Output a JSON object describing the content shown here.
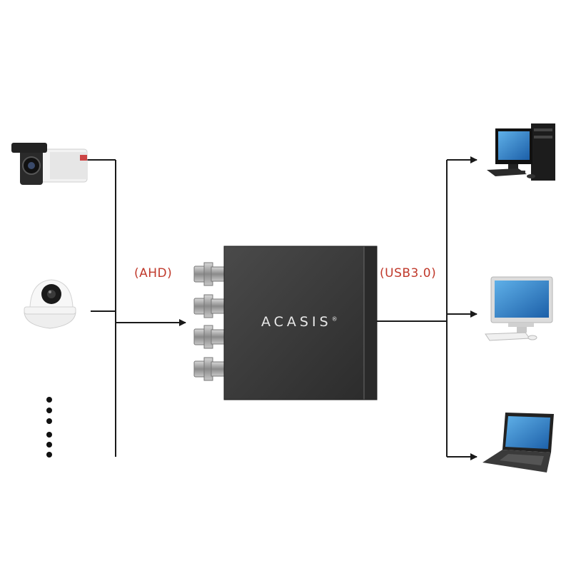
{
  "diagram": {
    "input_label": "(AHD)",
    "output_label": "(USB3.0)",
    "device_brand": "ACASIS",
    "device_brand_mark": "®",
    "colors": {
      "label_red": "#c0392b",
      "line": "#1a1a1a",
      "device_body": "#3a3a3a"
    },
    "inputs": [
      {
        "icon": "bullet-camera-icon"
      },
      {
        "icon": "dome-camera-icon"
      },
      {
        "icon": "more-dots-icon"
      }
    ],
    "outputs": [
      {
        "icon": "desktop-tower-icon"
      },
      {
        "icon": "all-in-one-monitor-icon"
      },
      {
        "icon": "laptop-icon"
      }
    ]
  }
}
